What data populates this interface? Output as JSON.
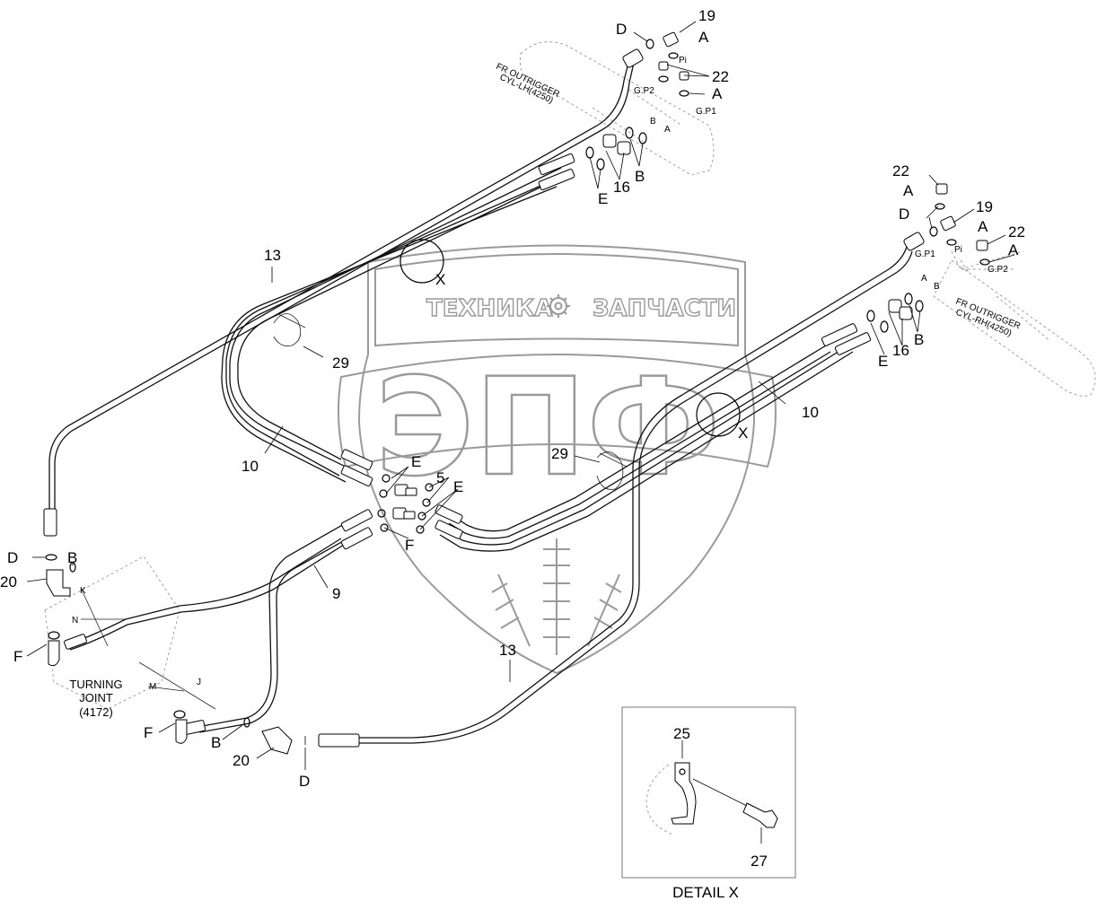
{
  "watermark": {
    "line1_left": "ТЕХНИКА",
    "line1_right": "ЗАПЧАСТИ",
    "logo": "ЭПФ",
    "gear": "gear-icon"
  },
  "labels": {
    "lh_cylinder": [
      "FR OUTRIGGER",
      "CYL-LH(4250)"
    ],
    "rh_cylinder": [
      "FR OUTRIGGER",
      "CYL-RH(4250)"
    ],
    "turning_joint": [
      "TURNING",
      "JOINT",
      "(4172)"
    ],
    "detail_caption": "DETAIL  X"
  },
  "callouts": {
    "top_left": {
      "d": "D",
      "n19": "19",
      "a1": "A",
      "pi": "Pi",
      "n22": "22",
      "gp2": "G.P2",
      "a2": "A",
      "gp1": "G.P1",
      "b_small": "B",
      "a_small": "A",
      "e": "E",
      "n16": "16",
      "b": "B"
    },
    "top_right": {
      "n22a": "22",
      "a1": "A",
      "n19": "19",
      "d": "D",
      "a2": "A",
      "n22b": "22",
      "a3": "A",
      "gp1": "G.P1",
      "pi": "Pi",
      "gp2": "G.P2",
      "a_small": "A",
      "b_small": "B",
      "e": "E",
      "n16": "16",
      "b": "B"
    },
    "center": {
      "x1": "X",
      "x2": "X",
      "n13a": "13",
      "n29a": "29",
      "n10a": "10",
      "n10b": "10",
      "n29b": "29",
      "e1": "E",
      "n5": "5",
      "e2": "E",
      "f": "F",
      "n9": "9",
      "n13b": "13"
    },
    "bottom_left": {
      "d": "D",
      "b": "B",
      "n20": "20",
      "k": "K",
      "n": "N",
      "f": "F",
      "m": "M",
      "j": "J"
    },
    "bottom": {
      "f": "F",
      "b": "B",
      "n20": "20",
      "d": "D"
    },
    "detail": {
      "n25": "25",
      "n27": "27"
    }
  }
}
